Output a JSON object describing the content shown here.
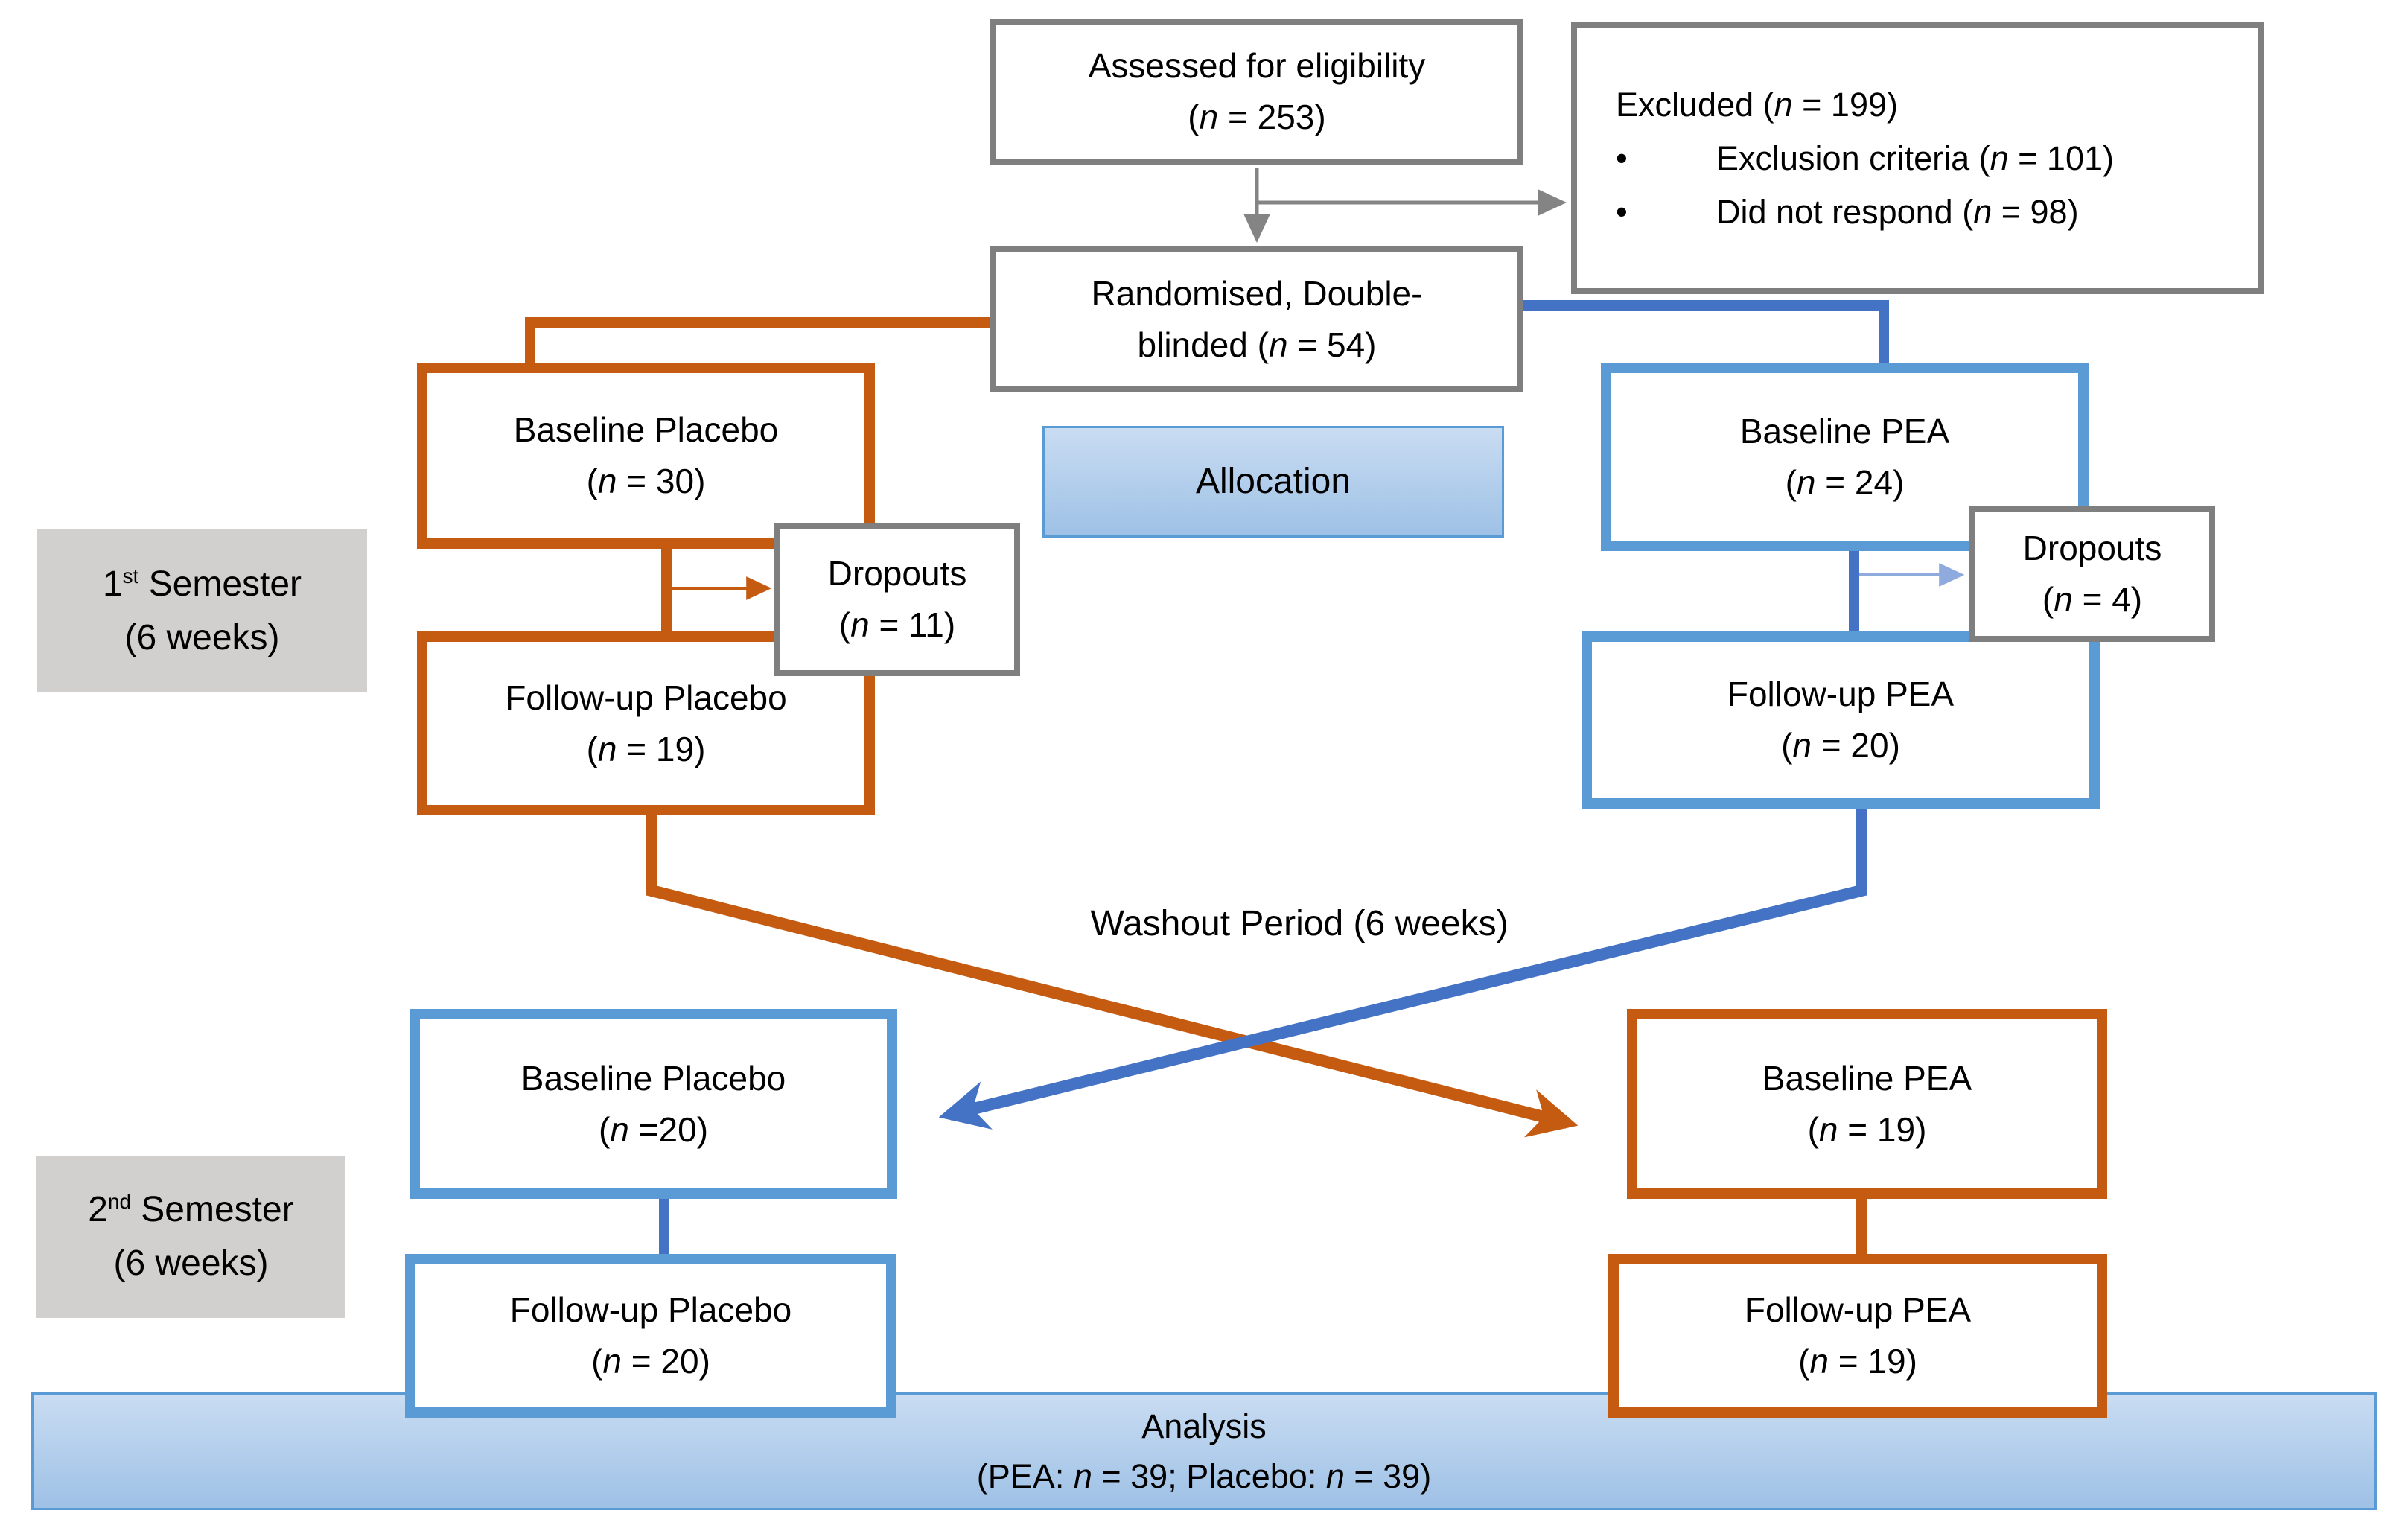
{
  "palette": {
    "orange": "#C55A11",
    "blue": "#4472C4",
    "lightblue": "#5B9BD5",
    "grayline": "#7F7F7F",
    "arrowgray": "#848484",
    "graybg": "#D2CFCF",
    "bannertop": "#C9DCF2",
    "bannerbottom": "#9EC1E6",
    "thinblue": "#8FAADC"
  },
  "top": {
    "assessed": {
      "line1": "Assessed for eligibility",
      "line2": "(n = 253)"
    },
    "excluded": {
      "title": "Excluded (n = 199)",
      "bullet_glyph": "•",
      "bullets": [
        "Exclusion criteria (n = 101)",
        "Did not respond (n = 98)"
      ]
    },
    "randomised": {
      "line1": "Randomised, Double-",
      "line2": "blinded (n = 54)"
    },
    "allocation": {
      "label": "Allocation"
    }
  },
  "semester1": {
    "label": {
      "line1": "1st Semester",
      "line2": "(6 weeks)"
    },
    "placebo": {
      "baseline": {
        "line1": "Baseline Placebo",
        "line2": "(n = 30)"
      },
      "dropouts": {
        "line1": "Dropouts",
        "line2": "(n = 11)"
      },
      "followup": {
        "line1": "Follow-up Placebo",
        "line2": "(n = 19)"
      }
    },
    "pea": {
      "baseline": {
        "line1": "Baseline PEA",
        "line2": "(n = 24)"
      },
      "dropouts": {
        "line1": "Dropouts",
        "line2": "(n = 4)"
      },
      "followup": {
        "line1": "Follow-up PEA",
        "line2": "(n = 20)"
      }
    }
  },
  "washout": {
    "label": "Washout Period (6 weeks)"
  },
  "semester2": {
    "label": {
      "line1": "2nd Semester",
      "line2": "(6 weeks)"
    },
    "placebo": {
      "baseline": {
        "line1": "Baseline Placebo",
        "line2": "(n =20)"
      },
      "followup": {
        "line1": "Follow-up Placebo",
        "line2": "(n = 20)"
      }
    },
    "pea": {
      "baseline": {
        "line1": "Baseline PEA",
        "line2": "(n = 19)"
      },
      "followup": {
        "line1": "Follow-up PEA",
        "line2": "(n = 19)"
      }
    }
  },
  "analysis": {
    "line1": "Analysis",
    "line2": "(PEA: n = 39; Placebo: n = 39)"
  }
}
